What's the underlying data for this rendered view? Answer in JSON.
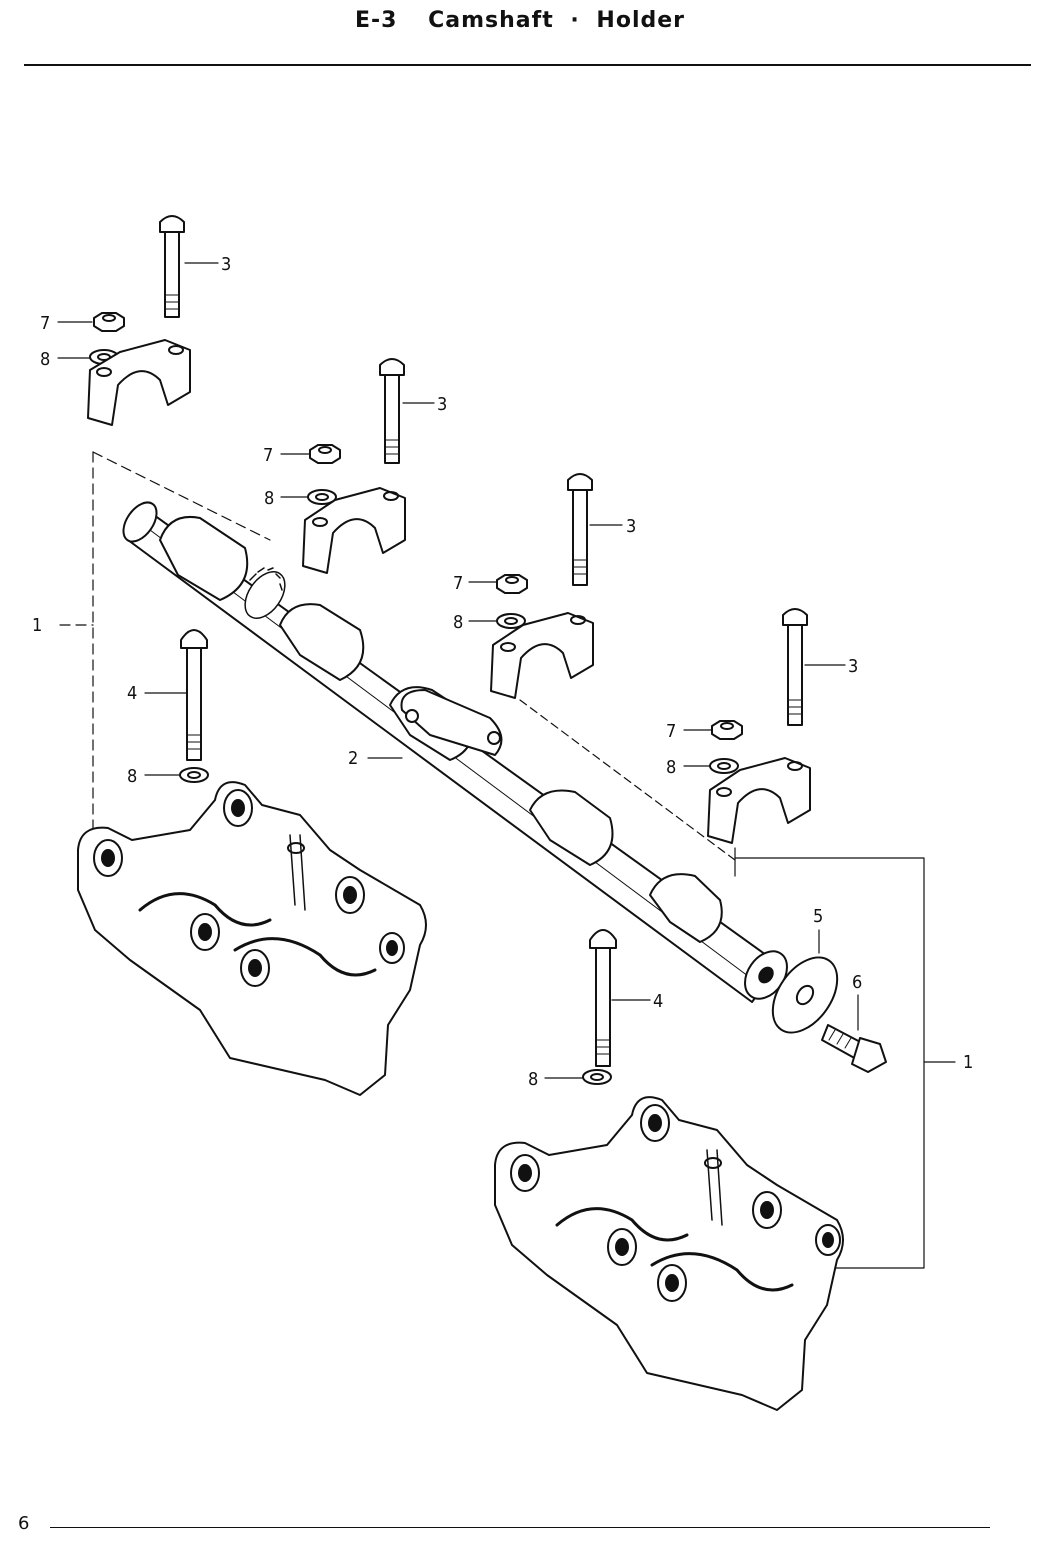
{
  "header": {
    "section_code": "E-3",
    "title_part1": "Camshaft",
    "separator": "·",
    "title_part2": "Holder"
  },
  "footer": {
    "page_number": "6"
  },
  "callouts": [
    "1",
    "2",
    "3",
    "4",
    "5",
    "6",
    "7",
    "8"
  ]
}
